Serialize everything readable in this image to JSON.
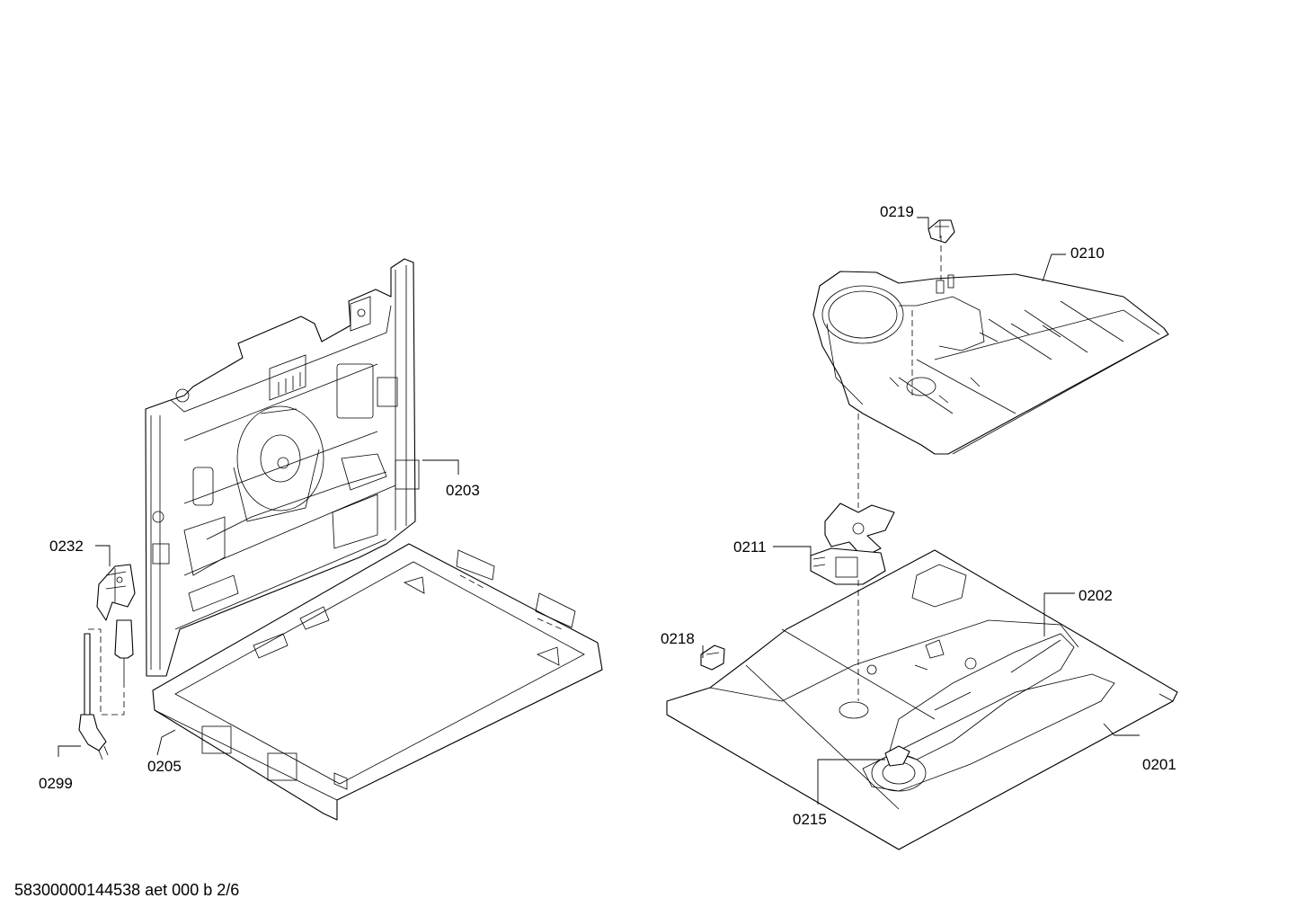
{
  "labels": {
    "p0219": "0219",
    "p0210": "0210",
    "p0203": "0203",
    "p0232": "0232",
    "p0211": "0211",
    "p0202": "0202",
    "p0218": "0218",
    "p0299": "0299",
    "p0205": "0205",
    "p0201": "0201",
    "p0215": "0215"
  },
  "footer": {
    "doc_id": "58300000144538 aet 000 b 2/6"
  }
}
